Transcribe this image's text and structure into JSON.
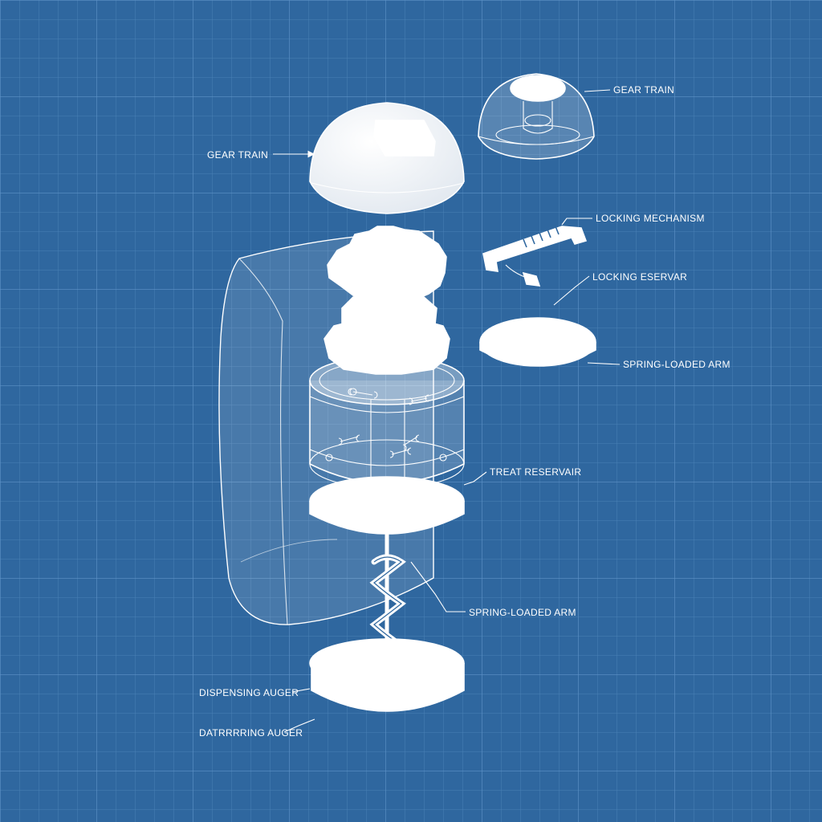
{
  "colors": {
    "background": "#2f679f",
    "grid_minor": "#4a80b6",
    "grid_major": "#5e93c8",
    "line": "#ffffff",
    "part_fill": "#ffffff",
    "shadow": "#d2dbe6"
  },
  "callouts": [
    {
      "id": "gear-train-left",
      "label": "GEAR TRAIN"
    },
    {
      "id": "gear-train-right",
      "label": "GEAR TRAIN"
    },
    {
      "id": "locking-mechanism",
      "label": "LOCKING MECHANISM"
    },
    {
      "id": "locking-reservoir",
      "label": "LOCKING ESERVAR"
    },
    {
      "id": "spring-loaded-arm-top",
      "label": "SPRING-LOADED ARM"
    },
    {
      "id": "treat-reservoir",
      "label": "TREAT RESERVAIR"
    },
    {
      "id": "spring-loaded-arm-bottom",
      "label": "SPRING-LOADED ARM"
    },
    {
      "id": "dispensing-auger",
      "label": "DISPENSING AUGER"
    },
    {
      "id": "dispensing-auger-2",
      "label": "DATRRRRING AUGER"
    }
  ]
}
